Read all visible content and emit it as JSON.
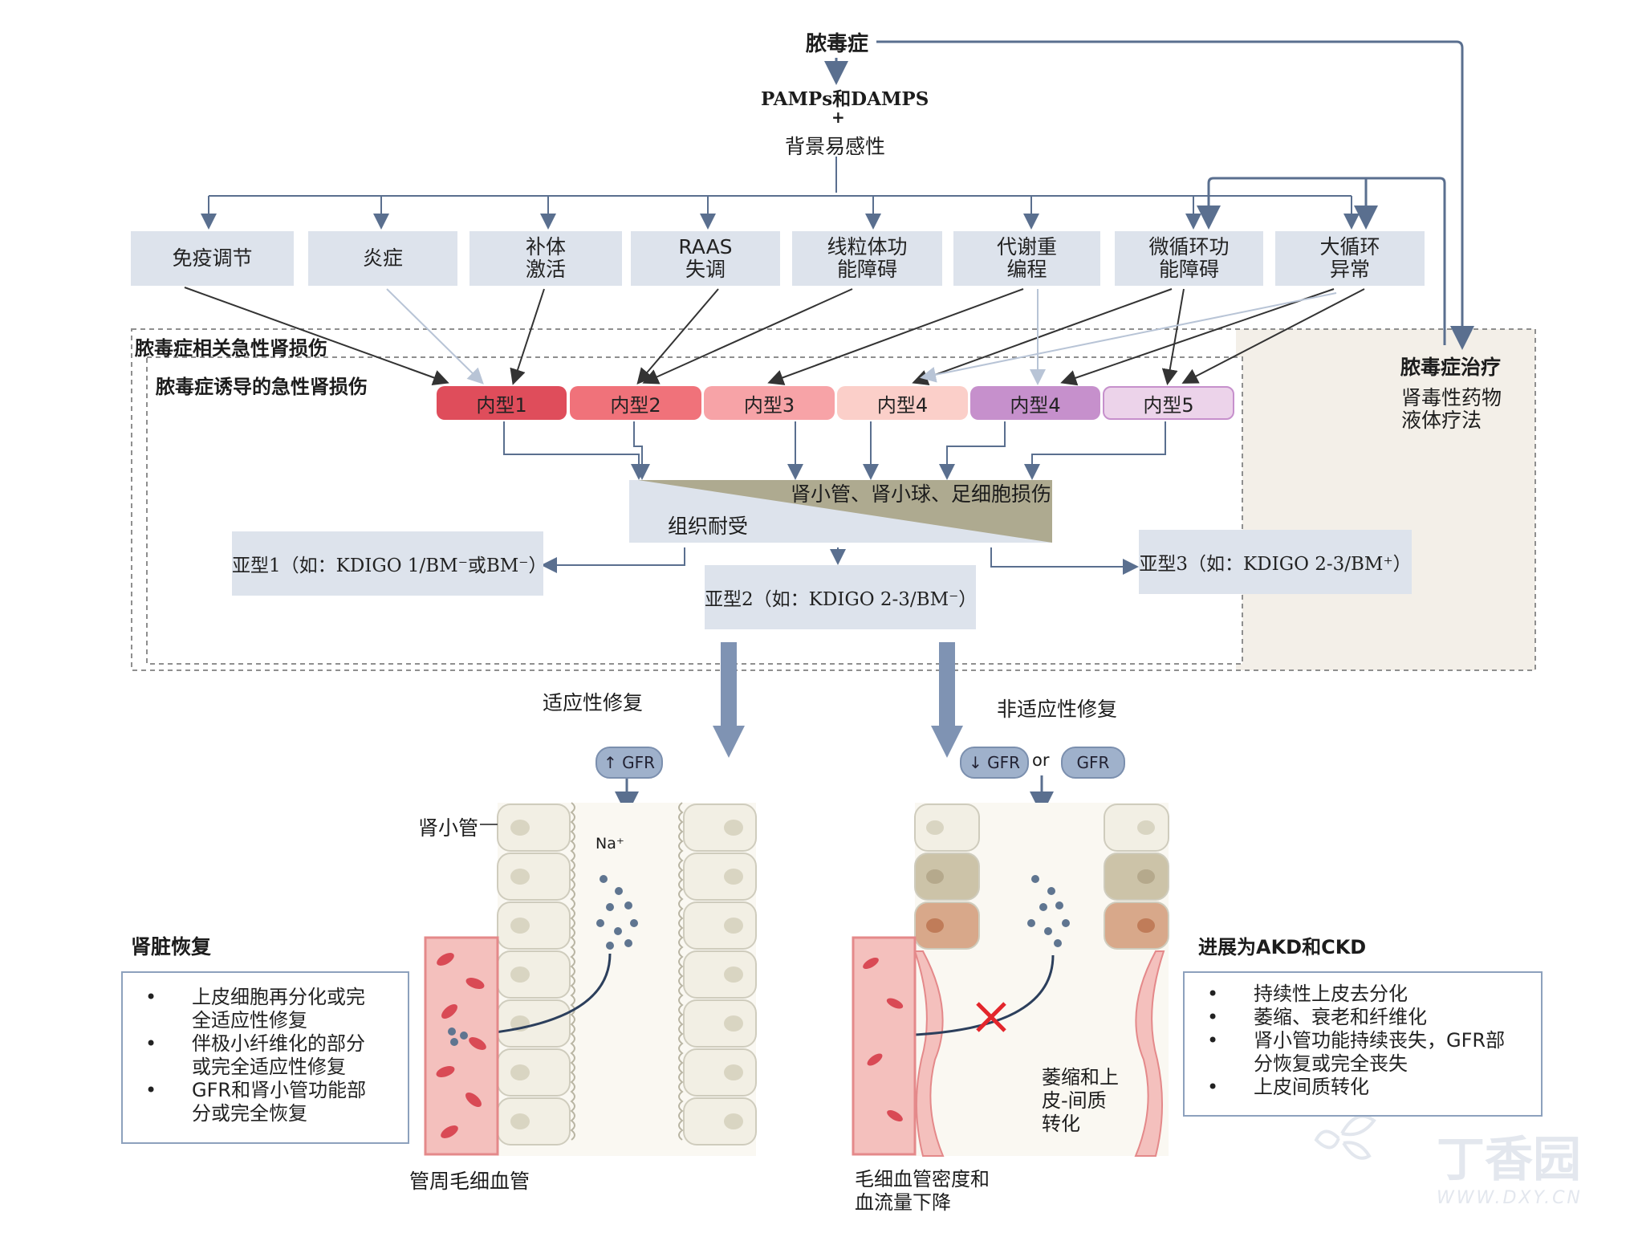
{
  "top": {
    "sepsis": "脓毒症",
    "pamps": "PAMPs和DAMPS",
    "plus": "+",
    "susceptibility": "背景易感性"
  },
  "mechanisms": [
    {
      "l1": "免疫调节",
      "l2": ""
    },
    {
      "l1": "炎症",
      "l2": ""
    },
    {
      "l1": "补体",
      "l2": "激活"
    },
    {
      "l1": "RAAS",
      "l2": "失调"
    },
    {
      "l1": "线粒体功",
      "l2": "能障碍"
    },
    {
      "l1": "代谢重",
      "l2": "编程"
    },
    {
      "l1": "微循环功",
      "l2": "能障碍"
    },
    {
      "l1": "大循环",
      "l2": "异常"
    }
  ],
  "outer_box_title": "脓毒症相关急性肾损伤",
  "inner_box_title": "脓毒症诱导的急性肾损伤",
  "treatment": {
    "title": "脓毒症治疗",
    "line1": "肾毒性药物",
    "line2": "液体疗法"
  },
  "endotypes": [
    "内型1",
    "内型2",
    "内型3",
    "内型4",
    "内型4",
    "内型5"
  ],
  "endotype_colors": [
    "#df4d5b",
    "#f0727a",
    "#f7a3a7",
    "#fbcfc9",
    "#c690cc",
    "#ecd3ea"
  ],
  "triangle": {
    "injury": "肾小管、肾小球、足细胞损伤",
    "tolerance": "组织耐受"
  },
  "subtypes": {
    "s1": "亚型1（如：KDIGO 1/BM⁻或BM⁻）",
    "s2": "亚型2（如：KDIGO 2-3/BM⁻）",
    "s3": "亚型3（如：KDIGO 2-3/BM⁺）"
  },
  "repair": {
    "adaptive": "适应性修复",
    "maladaptive": "非适应性修复"
  },
  "gfr": {
    "up": "↑ GFR",
    "down": "↓ GFR",
    "or": "or",
    "crossed": "GFR"
  },
  "left_panel": {
    "tubule_label": "肾小管",
    "sodium": "Na⁺",
    "capillary_label": "管周毛细血管",
    "heading": "肾脏恢复",
    "bullets": [
      [
        "上皮细胞再分化或完",
        "全适应性修复"
      ],
      [
        "伴极小纤维化的部分",
        "或完全适应性修复"
      ],
      [
        "GFR和肾小管功能部",
        "分或完全恢复"
      ]
    ]
  },
  "right_panel": {
    "emt": [
      "萎缩和上",
      "皮-间质",
      "转化"
    ],
    "capillary_label": [
      "毛细血管密度和",
      "血流量下降"
    ],
    "heading": "进展为AKD和CKD",
    "bullets": [
      [
        "持续性上皮去分化"
      ],
      [
        "萎缩、衰老和纤维化"
      ],
      [
        "肾小管功能持续丧失，GFR部",
        "分恢复或完全丧失"
      ],
      [
        "上皮间质转化"
      ]
    ]
  },
  "watermark": {
    "brand": "丁香园",
    "url": "WWW.DXY.CN"
  }
}
